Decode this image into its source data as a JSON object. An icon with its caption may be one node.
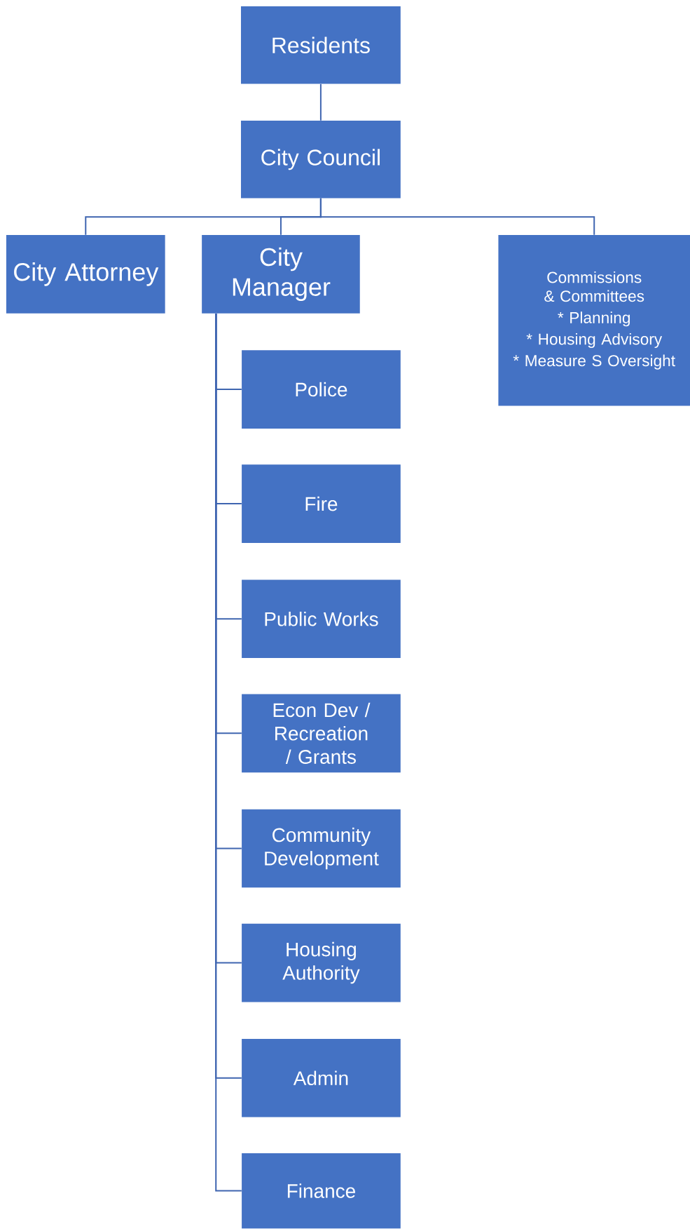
{
  "diagram": {
    "nodes": [
      {
        "text": [
          "Residents"
        ]
      },
      {
        "text": [
          "City Council"
        ]
      },
      {
        "text": [
          "City Attorney"
        ]
      },
      {
        "text": [
          "City Manager"
        ]
      },
      {
        "text": [
          "Commissions & Committees",
          "* Planning",
          "* Housing Advisory",
          "* Measure S Oversight"
        ]
      },
      {
        "text": [
          "Police"
        ]
      },
      {
        "text": [
          "Fire"
        ]
      },
      {
        "text": [
          "Public Works"
        ]
      },
      {
        "text": [
          "Econ Dev / Recreation / Grants"
        ]
      },
      {
        "text": [
          "Community Development"
        ]
      },
      {
        "text": [
          "Housing Authority"
        ]
      },
      {
        "text": [
          "Admin"
        ]
      },
      {
        "text": [
          "Finance"
        ]
      }
    ],
    "edges": [
      {
        "from": 0,
        "to": 1,
        "arrow": "none"
      },
      {
        "from": 1,
        "to": 2,
        "arrow": "none"
      },
      {
        "from": 1,
        "to": 3,
        "arrow": "none"
      },
      {
        "from": 1,
        "to": 4,
        "arrow": "none"
      },
      {
        "from": 3,
        "to": 5,
        "arrow": "none"
      },
      {
        "from": 3,
        "to": 6,
        "arrow": "none"
      },
      {
        "from": 3,
        "to": 7,
        "arrow": "none"
      },
      {
        "from": 3,
        "to": 8,
        "arrow": "none"
      },
      {
        "from": 3,
        "to": 9,
        "arrow": "none"
      },
      {
        "from": 3,
        "to": 10,
        "arrow": "none"
      },
      {
        "from": 3,
        "to": 11,
        "arrow": "none"
      },
      {
        "from": 3,
        "to": 12,
        "arrow": "none"
      }
    ]
  }
}
